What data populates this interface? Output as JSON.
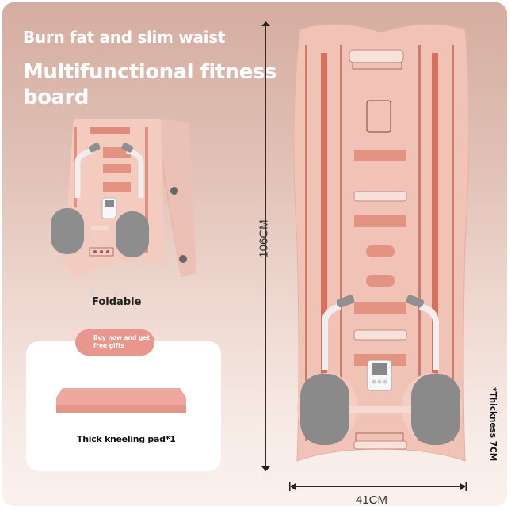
{
  "headline": {
    "tagline": "Burn fat and slim waist",
    "title": "Multifunctional fitness board"
  },
  "folded_view": {
    "label": "Foldable"
  },
  "gift": {
    "badge": "Buy now and get free gifts",
    "item_label": "Thick kneeling pad*1"
  },
  "dimensions": {
    "length": "106CM",
    "width": "41CM",
    "thickness": "*Thickness 7CM"
  },
  "colors": {
    "background_top": "#d5ada0",
    "background_bottom": "#faf1ed",
    "board_pink": "#f1c3b6",
    "slot_red": "#d9705e",
    "knee_pad_gray": "#8a8a8a",
    "gift_pill": "#e9978e",
    "kneeling_pad": "#eea79c"
  }
}
